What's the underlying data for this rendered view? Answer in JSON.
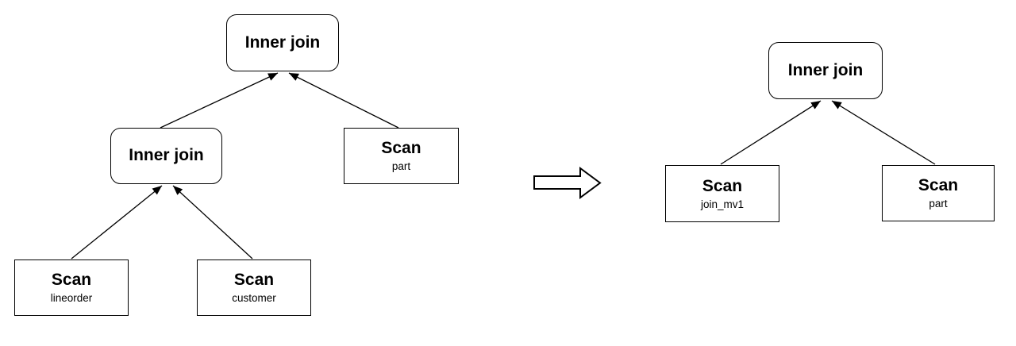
{
  "diagram": {
    "description": "Query plan rewrite: join tree replaced by materialized view scan",
    "colors": {
      "stroke": "#000000",
      "node_fill": "#ffffff",
      "background": "#ffffff"
    },
    "left_tree": {
      "root": {
        "label": "Inner join"
      },
      "inner_join": {
        "label": "Inner join"
      },
      "scan_part": {
        "label": "Scan",
        "sublabel": "part"
      },
      "scan_lineorder": {
        "label": "Scan",
        "sublabel": "lineorder"
      },
      "scan_customer": {
        "label": "Scan",
        "sublabel": "customer"
      }
    },
    "right_tree": {
      "root": {
        "label": "Inner join"
      },
      "scan_join_mv1": {
        "label": "Scan",
        "sublabel": "join_mv1"
      },
      "scan_part": {
        "label": "Scan",
        "sublabel": "part"
      }
    },
    "transform_arrow_icon": "right-block-arrow"
  }
}
